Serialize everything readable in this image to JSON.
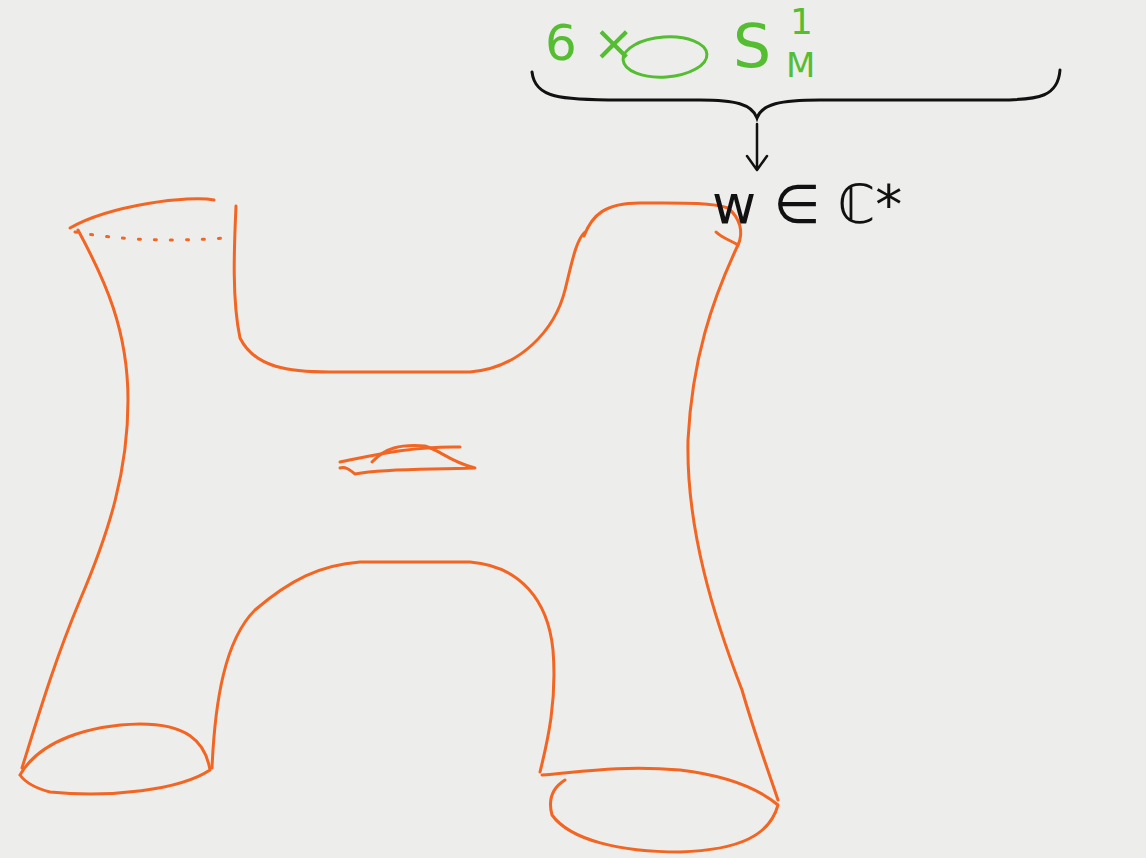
{
  "diagram": {
    "labels": [
      "6 ×",
      "S",
      "1",
      "M",
      "w ∈ ℂ*"
    ]
  }
}
